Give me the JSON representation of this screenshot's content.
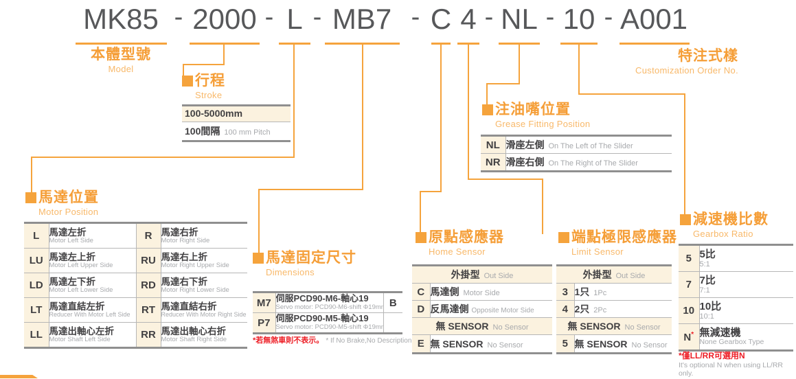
{
  "colors": {
    "accent": "#F5A33C",
    "cream": "#FBF2DF",
    "red": "#ED1C24",
    "title_text": "#57585A"
  },
  "title": {
    "dash": "-",
    "parts": [
      "MK85",
      "2000",
      "L",
      "MB7",
      "C",
      "4",
      "NL",
      "10",
      "A001"
    ]
  },
  "sections": {
    "model": {
      "zh": "本體型號",
      "en": "Model"
    },
    "stroke": {
      "zh": "行程",
      "en": "Stroke",
      "row1": "100-5000mm",
      "row2_zh": "100間隔",
      "row2_en": "100 mm Pitch"
    },
    "grease": {
      "zh": "注油嘴位置",
      "en": "Grease Fitting Position",
      "rows": [
        {
          "code": "NL",
          "zh": "滑座左側",
          "en": "On The Left of The Slider"
        },
        {
          "code": "NR",
          "zh": "滑座右側",
          "en": "On The Right of The Slider"
        }
      ]
    },
    "customization": {
      "zh": "特注式樣",
      "en": "Customization Order No."
    },
    "motor_position": {
      "zh": "馬達位置",
      "en": "Motor Position",
      "rows": [
        {
          "c1": "L",
          "z1": "馬達左折",
          "e1": "Motor Left Side",
          "c2": "R",
          "z2": "馬達右折",
          "e2": "Motor Right Side"
        },
        {
          "c1": "LU",
          "z1": "馬達左上折",
          "e1": "Motor Left Upper Side",
          "c2": "RU",
          "z2": "馬達右上折",
          "e2": "Motor Right Upper Side"
        },
        {
          "c1": "LD",
          "z1": "馬達左下折",
          "e1": "Motor Left Lower Side",
          "c2": "RD",
          "z2": "馬達右下折",
          "e2": "Motor Right Lower Side"
        },
        {
          "c1": "LT",
          "z1": "馬達直結左折",
          "e1": "Reducer With Motor Left Side",
          "c2": "RT",
          "z2": "馬達直結右折",
          "e2": "Reducer With Motor Right Side"
        },
        {
          "c1": "LL",
          "z1": "馬達出軸心左折",
          "e1": "Motor Shaft Left Side",
          "c2": "RR",
          "z2": "馬達出軸心右折",
          "e2": "Motor Shaft Right Side"
        }
      ]
    },
    "dimensions": {
      "zh": "馬達固定尺寸",
      "en": "Dimensions",
      "rows": [
        {
          "code": "M7",
          "zh": "伺服PCD90-M6-軸心19",
          "en": "Servo motor: PCD90-M6-shift Φ19mm",
          "extra": "B"
        },
        {
          "code": "P7",
          "zh": "伺服PCD90-M5-軸心19",
          "en": "Servo motor: PCD90-M5-shift Φ19mm",
          "extra": ""
        }
      ],
      "note_zh": "*若無煞車則不表示。",
      "note_en": "* If No Brake,No Description."
    },
    "home_sensor": {
      "zh": "原點感應器",
      "en": "Home Sensor",
      "group1_zh": "外掛型",
      "group1_en": "Out Side",
      "rows1": [
        {
          "code": "C",
          "zh": "馬達側",
          "en": "Motor Side"
        },
        {
          "code": "D",
          "zh": "反馬達側",
          "en": "Opposite Motor Side"
        }
      ],
      "group2_zh": "無 SENSOR",
      "group2_en": "No Sensor",
      "rows2": [
        {
          "code": "E",
          "zh": "無 SENSOR",
          "en": "No Sensor"
        }
      ]
    },
    "limit_sensor": {
      "zh": "端點極限感應器",
      "en": "Limit Sensor",
      "group1_zh": "外掛型",
      "group1_en": "Out Side",
      "rows1": [
        {
          "code": "3",
          "zh": "1只",
          "en": "1Pc"
        },
        {
          "code": "4",
          "zh": "2只",
          "en": "2Pc"
        }
      ],
      "group2_zh": "無 SENSOR",
      "group2_en": "No Sensor",
      "rows2": [
        {
          "code": "5",
          "zh": "無 SENSOR",
          "en": "No Sensor"
        }
      ]
    },
    "gearbox": {
      "zh": "減速機比數",
      "en": "Gearbox Ratio",
      "rows": [
        {
          "code": "5",
          "sup": "",
          "zh": "5比",
          "en": "5:1"
        },
        {
          "code": "7",
          "sup": "",
          "zh": "7比",
          "en": "7:1"
        },
        {
          "code": "10",
          "sup": "",
          "zh": "10比",
          "en": "10:1"
        },
        {
          "code": "N",
          "sup": "*",
          "zh": "無減速機",
          "en": "None Gearbox Type"
        }
      ],
      "note_zh": "*僅LL/RR可選用N",
      "note_en": "It's optional N when using LL/RR only."
    }
  }
}
